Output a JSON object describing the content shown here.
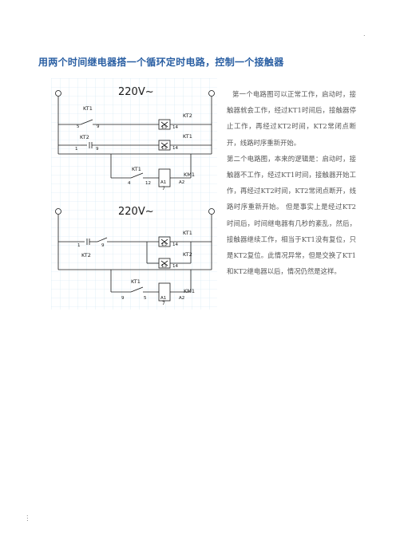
{
  "title": "用两个时间继电器搭一个循环定时电路，控制一个接触器",
  "top_mark": ".",
  "bottom_mark": ".\n:",
  "circuit1": {
    "supply": "220V~",
    "rung1": {
      "contact": "KT1",
      "left": "5",
      "right": "9",
      "coil": "KT2",
      "t1": "13",
      "t2": "14"
    },
    "rung2": {
      "contact": "KT2",
      "left": "1",
      "right": "9",
      "coil": "KT1",
      "t1": "13",
      "t2": "14"
    },
    "rung3": {
      "contact": "KT1",
      "left": "4",
      "right": "12",
      "coil": "KM1",
      "t1": "A1",
      "t2": "A2",
      "coil_mark": "7"
    }
  },
  "circuit2": {
    "supply": "220V~",
    "rung1": {
      "contact": "",
      "left": "1",
      "right": "9",
      "coil": "KT1",
      "t1": "13",
      "t2": "14"
    },
    "rung2": {
      "contact": "KT2",
      "coil": "KT2",
      "t1": "13",
      "t2": "14"
    },
    "rung3": {
      "contact": "KT1",
      "left": "9",
      "right": "5",
      "coil": "KM1",
      "t1": "A1",
      "t2": "A2",
      "coil_mark": "7"
    }
  },
  "text": {
    "para1": "第一个电路图可以正常工作，启动时，接触器就会工作，经过KT1时间后，接触器停止工作，再经过KT2时间，KT2常闭点断开，线路时序重新开始。",
    "para2": "第二个电路图，本来的逻辑是：启动时，接触器不工作，经过KT1时间，接触器开始工作，再经过KT2时间，KT2常闭点断开，线路时序重新开始。 但是事实上是经过KT2时间后，时间继电器有几秒的紊乱，然后，接触器继续工作，相当于KT1没有复位，只是KT2复位。此情况异常，但是交换了KT1和KT2继电器以后，情况仍然是这样。"
  },
  "colors": {
    "title": "#2a5fa3",
    "grid": "#cfe6f2",
    "wire": "#1a1a1a"
  }
}
